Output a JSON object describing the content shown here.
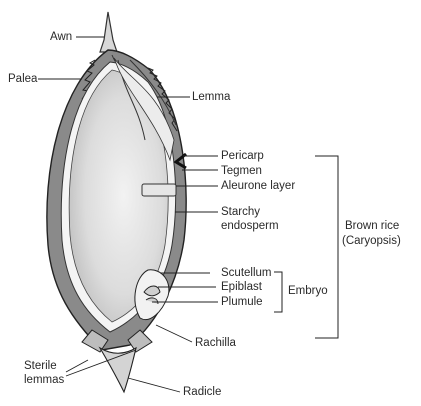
{
  "labels": {
    "awn": "Awn",
    "palea": "Palea",
    "lemma": "Lemma",
    "pericarp": "Pericarp",
    "tegmen": "Tegmen",
    "aleurone": "Aleurone layer",
    "starchy_1": "Starchy",
    "starchy_2": "endosperm",
    "brown_rice_1": "Brown rice",
    "brown_rice_2": "(Caryopsis)",
    "scutellum": "Scutellum",
    "epiblast": "Epiblast",
    "plumule": "Plumule",
    "embryo": "Embryo",
    "rachilla": "Rachilla",
    "sterile_1": "Sterile",
    "sterile_2": "lemmas",
    "radicle": "Radicle"
  }
}
